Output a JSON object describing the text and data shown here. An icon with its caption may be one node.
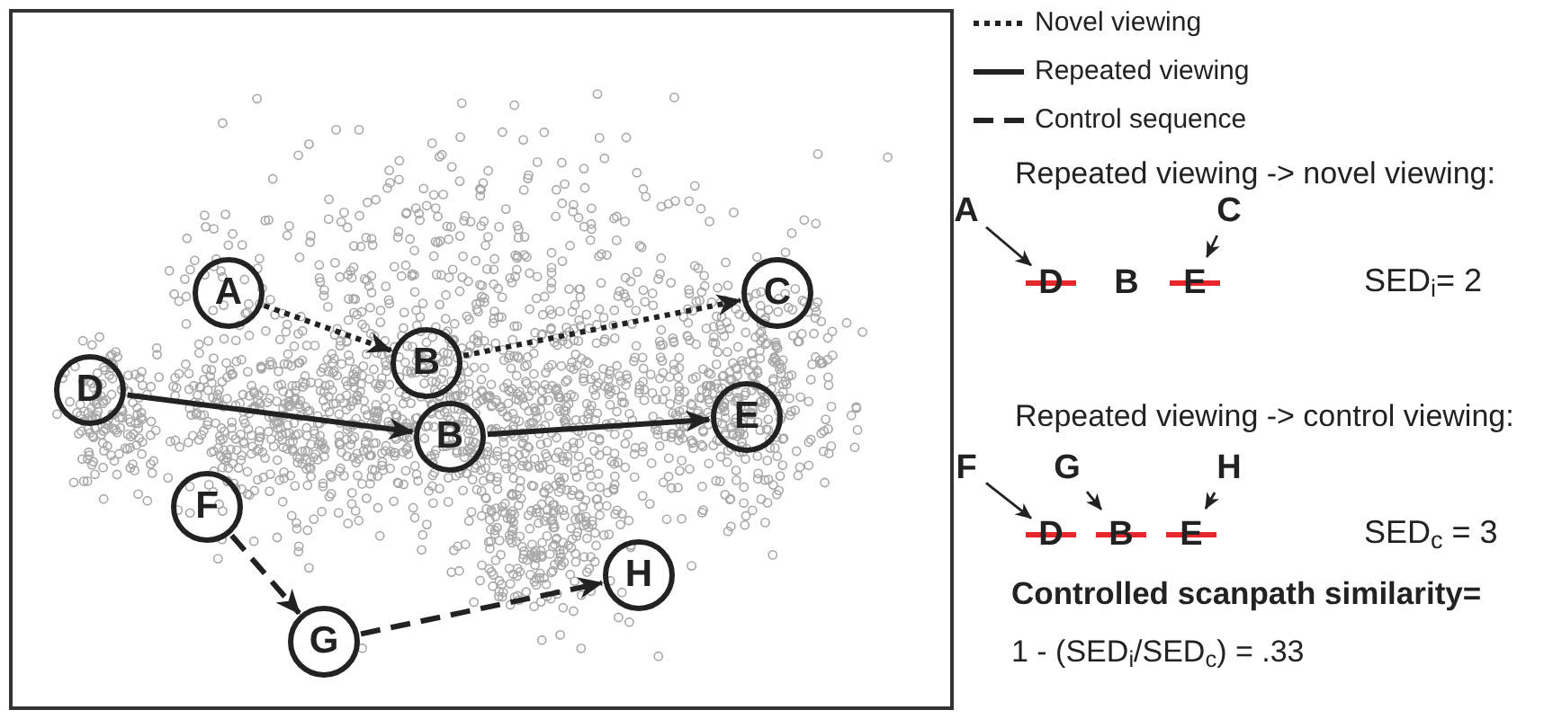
{
  "diagram": {
    "nodes": [
      {
        "text": [
          "A"
        ]
      },
      {
        "text": [
          "B"
        ]
      },
      {
        "text": [
          "C"
        ]
      },
      {
        "text": [
          "D"
        ]
      },
      {
        "text": [
          "B"
        ]
      },
      {
        "text": [
          "E"
        ]
      },
      {
        "text": [
          "F"
        ]
      },
      {
        "text": [
          "G"
        ]
      },
      {
        "text": [
          "H"
        ]
      },
      {
        "text": [
          "A"
        ]
      },
      {
        "text": [
          "C"
        ]
      },
      {
        "text": [
          "D"
        ]
      },
      {
        "text": [
          "B"
        ]
      },
      {
        "text": [
          "E"
        ]
      },
      {
        "text": [
          "F"
        ]
      },
      {
        "text": [
          "G"
        ]
      },
      {
        "text": [
          "H"
        ]
      },
      {
        "text": [
          "D"
        ]
      },
      {
        "text": [
          "B"
        ]
      },
      {
        "text": [
          "E"
        ]
      }
    ],
    "edges": [
      {
        "from": 0,
        "to": 1,
        "arrow": "to",
        "style": "dashed"
      },
      {
        "from": 1,
        "to": 2,
        "arrow": "to",
        "style": "dashed"
      },
      {
        "from": 3,
        "to": 4,
        "arrow": "to"
      },
      {
        "from": 4,
        "to": 5,
        "arrow": "to"
      },
      {
        "from": 6,
        "to": 7,
        "arrow": "to",
        "style": "dashed"
      },
      {
        "from": 7,
        "to": 8,
        "arrow": "to",
        "style": "dashed"
      },
      {
        "from": 9,
        "to": 11,
        "arrow": "to"
      },
      {
        "from": 10,
        "to": 13,
        "arrow": "to"
      },
      {
        "from": 14,
        "to": 17,
        "arrow": "to"
      },
      {
        "from": 15,
        "to": 18,
        "arrow": "to"
      },
      {
        "from": 16,
        "to": 19,
        "arrow": "to"
      }
    ],
    "labels": [
      "Repeated viewing -> novel viewing:",
      "SED$_{i}$= 2",
      "Repeated viewing -> control viewing:",
      "SED$_{c}$ = 3",
      "Controlled scanpath similarity=",
      "1 - (SED$_{i}$/SED$_{c}$) = .33"
    ],
    "legend": [
      {
        "text": "Novel viewing"
      },
      {
        "text": "Repeated viewing"
      },
      {
        "text": "Control sequence"
      }
    ]
  }
}
